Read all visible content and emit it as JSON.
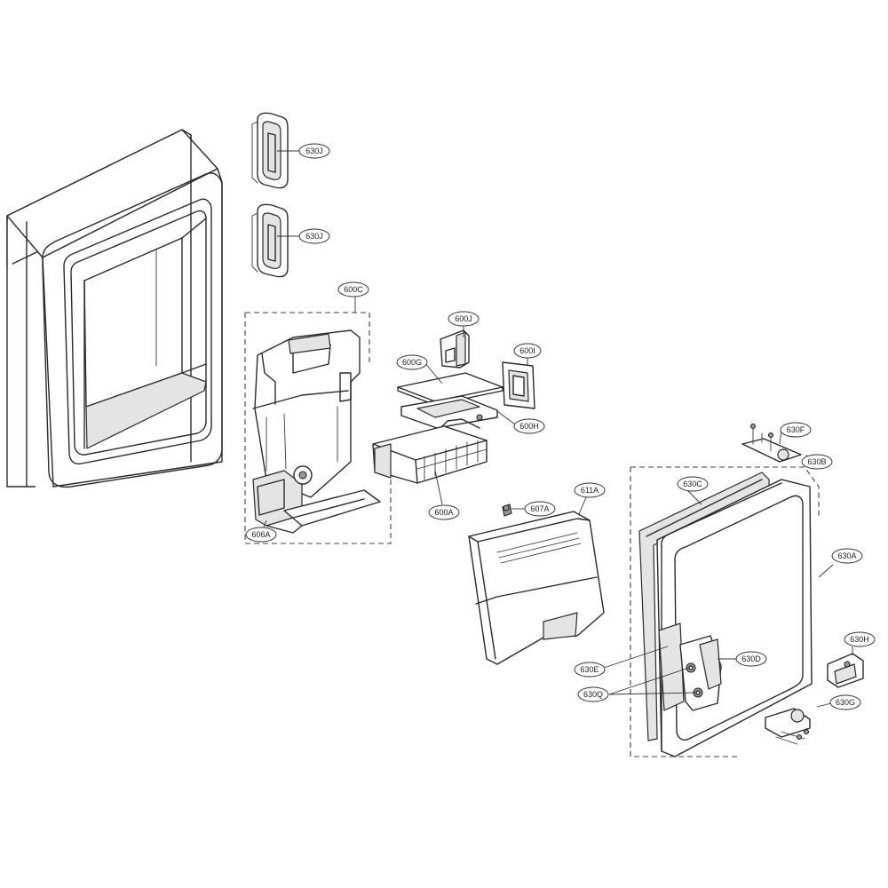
{
  "labels": {
    "630J_top": "630J",
    "630J_mid": "630J",
    "600C": "600C",
    "600J": "600J",
    "600G": "600G",
    "600I": "600I",
    "600H": "600H",
    "606A": "606A",
    "600A": "600A",
    "607A": "607A",
    "611A": "611A",
    "630F": "630F",
    "630B": "630B",
    "630C": "630C",
    "630A": "630A",
    "630H": "630H",
    "630D": "630D",
    "630E": "630E",
    "630Q": "630Q",
    "630G": "630G"
  },
  "colors": {
    "line": "#2a2a2a",
    "fill_light": "#e4e4e4",
    "fill_dark": "#9a9a9a",
    "background": "#ffffff"
  }
}
